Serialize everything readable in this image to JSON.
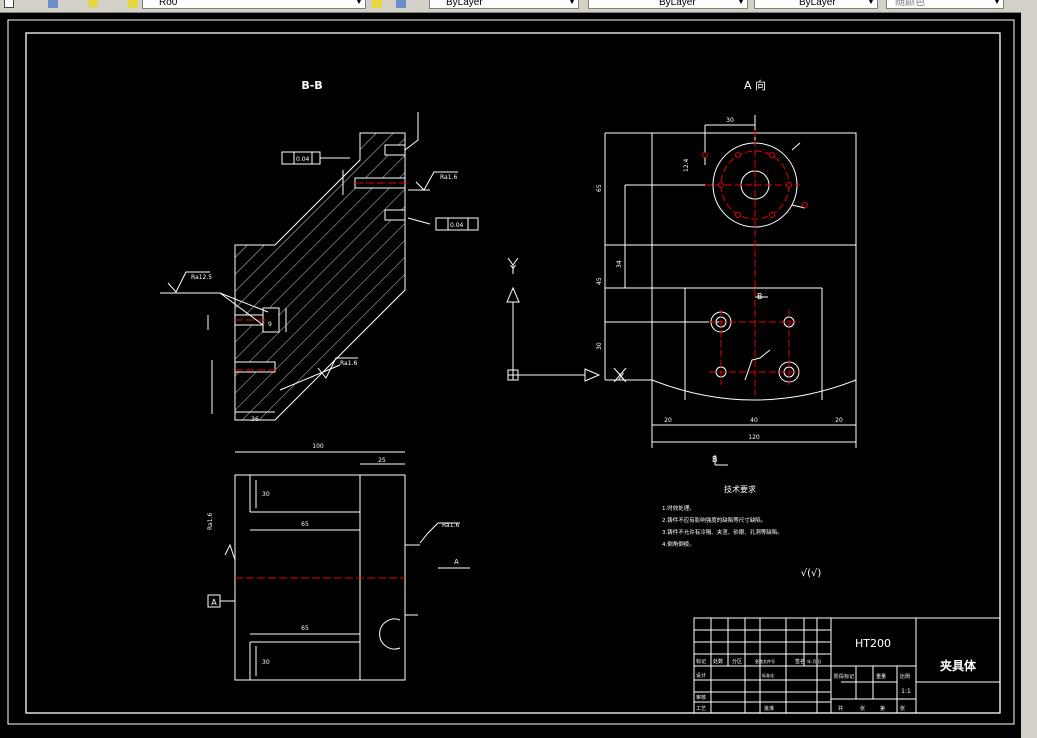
{
  "toolbar": {
    "layer_value": "ByLayer",
    "linetype_value": "ByLayer",
    "lineweight_value": "ByLayer",
    "color_value": "随颜色",
    "layer_name": "Ro0"
  },
  "drawing": {
    "title_section_bb": "B-B",
    "title_view_a": "A 向",
    "tech_req_title": "技术要求",
    "tech_req_items": [
      "1.时效处理。",
      "2.铸件不应有影响强度的缺陷等尺寸缺陷。",
      "3.铸件不允许有冷隔、夹渣、砂眼、孔洞等缺陷。",
      "4.倒角倒棱。"
    ],
    "roughness_symbol": "√(√)",
    "material": "HT200",
    "part_name": "夹具体",
    "scale": "1:1",
    "title_block_labels": [
      "标记",
      "处数",
      "分区",
      "更改文件号",
      "签名",
      "年.月.日",
      "设计",
      "标准化",
      "审核",
      "工艺",
      "批准",
      "阶段标记",
      "重量",
      "比例",
      "共",
      "张",
      "第",
      "张"
    ],
    "labels": {
      "ucs_y": "Y",
      "ucs_x": "X",
      "datum_a": "A",
      "section_b_top": "B",
      "section_b_bottom": "B",
      "view_arrow_a": "A"
    },
    "dims": {
      "d_30": "30",
      "d_65": "65",
      "d_45": "45",
      "d_34": "34",
      "d_30b": "30",
      "d_20a": "20",
      "d_40": "40",
      "d_20b": "20",
      "d_120": "120",
      "d_12_4": "12.4",
      "d_100": "100",
      "d_25": "25",
      "d_65a": "65",
      "d_65b": "65",
      "d_30c": "30",
      "d_30d": "30",
      "d_36": "36",
      "d_9": "9",
      "ra_12_5": "Ra12.5",
      "ra_1_6a": "Ra1.6",
      "ra_1_6b": "Ra1.6",
      "ra_1_6c": "Ra1.6",
      "ra_1_6d": "Ra1.6",
      "tol_perp": "0.04",
      "tol_par": "0.04"
    }
  }
}
